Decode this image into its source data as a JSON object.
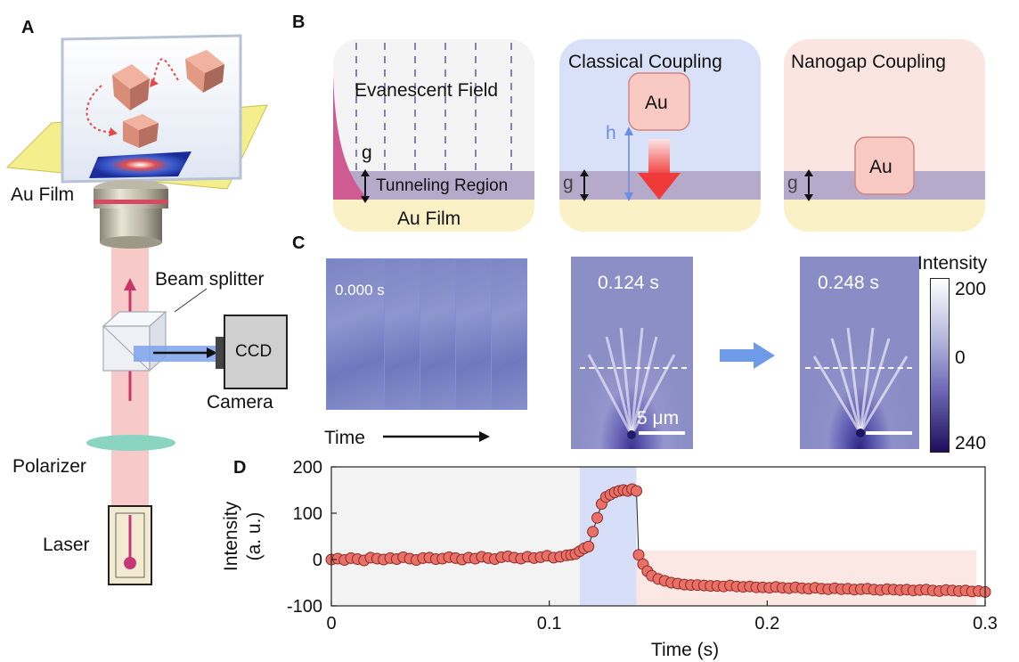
{
  "panels": {
    "a": "A",
    "b": "B",
    "c": "C",
    "d": "D"
  },
  "panel_a": {
    "au_film": "Au  Film",
    "beam_splitter": "Beam splitter",
    "ccd": "CCD",
    "camera": "Camera",
    "polarizer": "Polarizer",
    "laser": "Laser"
  },
  "panel_b": {
    "evanescent_field": "Evanescent Field",
    "gap_symbol": "g",
    "tunneling_region": "Tunneling Region",
    "au_film": "Au  Film",
    "classical_title": "Classical Coupling",
    "nanogap_title": "Nanogap Coupling",
    "au_particle": "Au",
    "height_symbol": "h"
  },
  "panel_c": {
    "first_frame_time": "0.000 s",
    "time_axis": "Time",
    "frame_mid_time": "0.124 s",
    "frame_end_time": "0.248 s",
    "scale_bar": "5 μm",
    "colorbar_title": "Intensity",
    "colorbar_ticks": [
      "200",
      "0",
      "240"
    ]
  },
  "colors": {
    "classical_bg": "#d9e1f8",
    "nanogap_bg": "#fbe5e1",
    "tunnel_band": "#b6aacb",
    "film": "#fbf1c6",
    "marker_fill": "#e87067",
    "arrow_blue": "#6f9ae8"
  },
  "chart_data": {
    "type": "scatter",
    "xlabel": "Time (s)",
    "ylabel": "Intensity\n(a. u.)",
    "xlim": [
      0,
      0.3
    ],
    "ylim": [
      -100,
      200
    ],
    "xticks": [
      "0",
      "0.1",
      "0.2",
      "0.3"
    ],
    "yticks": [
      "200",
      "100",
      "0",
      "-100"
    ],
    "shaded_regions": [
      {
        "x": [
          0,
          0.114
        ],
        "color": "#f3f3f3"
      },
      {
        "x": [
          0.114,
          0.14
        ],
        "color": "#d6def8"
      },
      {
        "x": [
          0.14,
          0.296
        ],
        "color": "#fbe7e3"
      }
    ],
    "x": [
      0.0,
      0.003,
      0.006,
      0.009,
      0.012,
      0.015,
      0.018,
      0.021,
      0.024,
      0.027,
      0.03,
      0.033,
      0.036,
      0.039,
      0.042,
      0.045,
      0.048,
      0.051,
      0.054,
      0.057,
      0.06,
      0.063,
      0.066,
      0.069,
      0.072,
      0.075,
      0.078,
      0.081,
      0.084,
      0.087,
      0.09,
      0.093,
      0.096,
      0.099,
      0.102,
      0.105,
      0.108,
      0.11,
      0.112,
      0.114,
      0.116,
      0.118,
      0.12,
      0.122,
      0.124,
      0.126,
      0.128,
      0.13,
      0.132,
      0.134,
      0.136,
      0.138,
      0.14,
      0.141,
      0.143,
      0.145,
      0.147,
      0.15,
      0.153,
      0.156,
      0.159,
      0.162,
      0.165,
      0.168,
      0.171,
      0.174,
      0.177,
      0.18,
      0.183,
      0.186,
      0.189,
      0.192,
      0.195,
      0.198,
      0.201,
      0.204,
      0.207,
      0.21,
      0.213,
      0.216,
      0.219,
      0.222,
      0.225,
      0.228,
      0.231,
      0.234,
      0.237,
      0.24,
      0.243,
      0.246,
      0.249,
      0.252,
      0.255,
      0.258,
      0.261,
      0.264,
      0.267,
      0.27,
      0.273,
      0.276,
      0.279,
      0.282,
      0.285,
      0.288,
      0.291,
      0.294,
      0.297,
      0.3
    ],
    "y": [
      0,
      2,
      -1,
      3,
      1,
      -2,
      4,
      2,
      0,
      3,
      1,
      5,
      2,
      -1,
      3,
      4,
      1,
      2,
      5,
      3,
      0,
      4,
      2,
      6,
      3,
      1,
      5,
      7,
      4,
      2,
      6,
      3,
      5,
      8,
      4,
      6,
      9,
      10,
      12,
      18,
      24,
      28,
      60,
      90,
      120,
      135,
      140,
      145,
      148,
      150,
      148,
      152,
      148,
      10,
      -10,
      -25,
      -35,
      -42,
      -46,
      -50,
      -52,
      -54,
      -55,
      -55,
      -56,
      -57,
      -57,
      -58,
      -56,
      -58,
      -59,
      -58,
      -60,
      -60,
      -61,
      -59,
      -61,
      -62,
      -60,
      -62,
      -63,
      -61,
      -63,
      -64,
      -62,
      -64,
      -63,
      -65,
      -64,
      -63,
      -65,
      -66,
      -64,
      -65,
      -66,
      -65,
      -67,
      -66,
      -65,
      -67,
      -68,
      -66,
      -67,
      -68,
      -67,
      -69,
      -68,
      -70
    ]
  }
}
